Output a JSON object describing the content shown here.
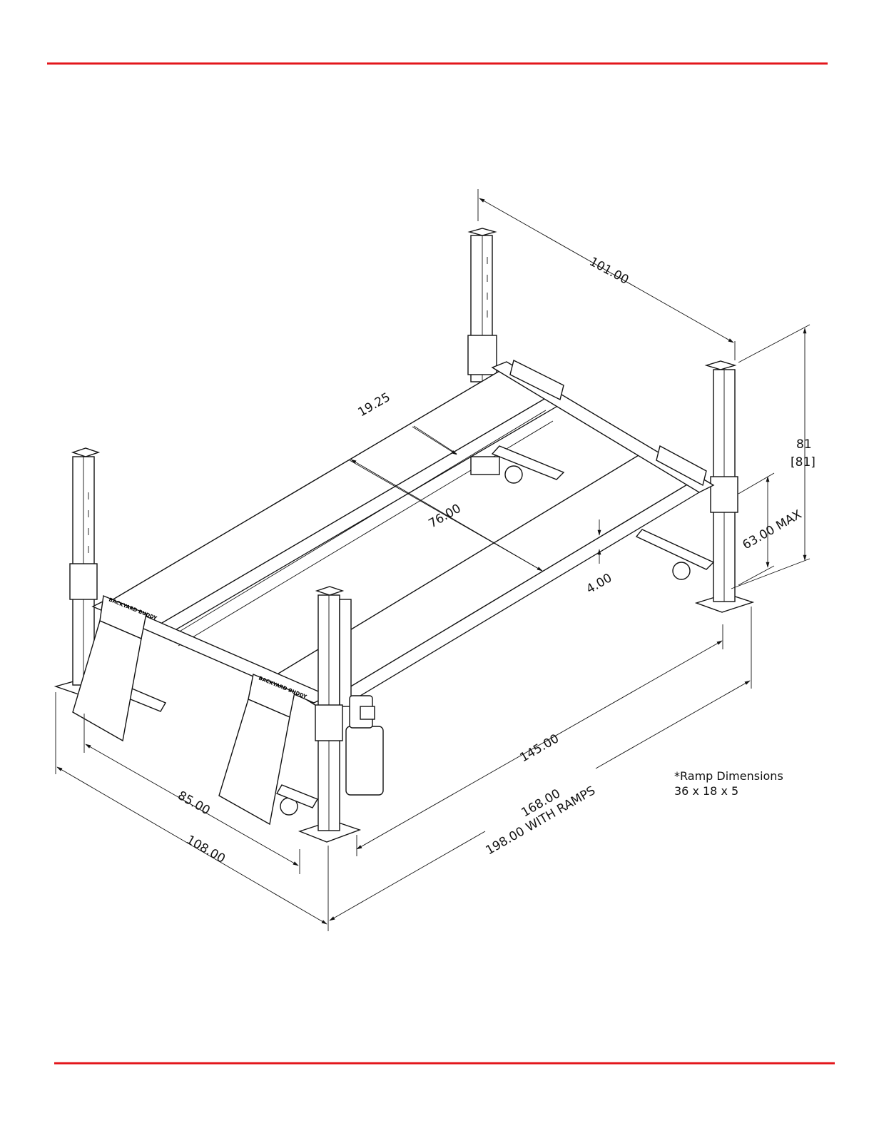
{
  "colors": {
    "rule": "#e3161b",
    "ink": "#111111",
    "paper": "#ffffff"
  },
  "dimensions": {
    "d101": "101.00",
    "d81": "81",
    "d81b": "[81]",
    "d1925": "19.25",
    "d76": "76.00",
    "d63": "63.00 MAX",
    "d4": "4.00",
    "d145": "145.00",
    "d168": "168.00",
    "d198": "198.00 WITH RAMPS",
    "d85": "85.00",
    "d108": "108.00"
  },
  "note": {
    "line1": "*Ramp Dimensions",
    "line2": "36 x 18 x 5"
  },
  "ramp_brand": "BACKYARD BUDDY"
}
